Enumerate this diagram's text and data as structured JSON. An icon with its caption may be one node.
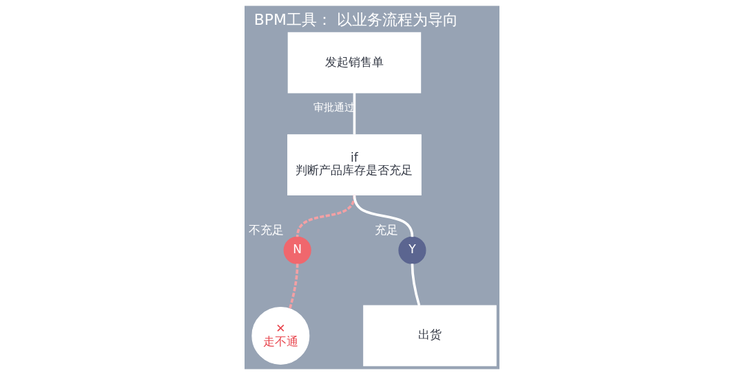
{
  "diagram": {
    "title": "BPM工具： 以业务流程为导向",
    "nodes": [
      {
        "text": [
          "发起销售单"
        ]
      },
      {
        "text": [
          "if",
          "判断产品库存是否充足"
        ]
      },
      {
        "text": [
          "N"
        ],
        "beside": [
          "不充足"
        ]
      },
      {
        "text": [
          "Y"
        ],
        "beside": [
          "充足"
        ]
      },
      {
        "text": [
          "✕",
          "走不通"
        ]
      },
      {
        "text": [
          "出货"
        ]
      }
    ],
    "edges": [
      {
        "from": 0,
        "to": 1,
        "arrow": "none",
        "label": "审批通过"
      },
      {
        "from": 1,
        "to": 2,
        "arrow": "none",
        "style": "dashed",
        "color": "#f4a0a4"
      },
      {
        "from": 1,
        "to": 3,
        "arrow": "none"
      },
      {
        "from": 2,
        "to": 4,
        "arrow": "none",
        "style": "dashed",
        "color": "#f4a0a4"
      },
      {
        "from": 3,
        "to": 5,
        "arrow": "none"
      }
    ]
  }
}
